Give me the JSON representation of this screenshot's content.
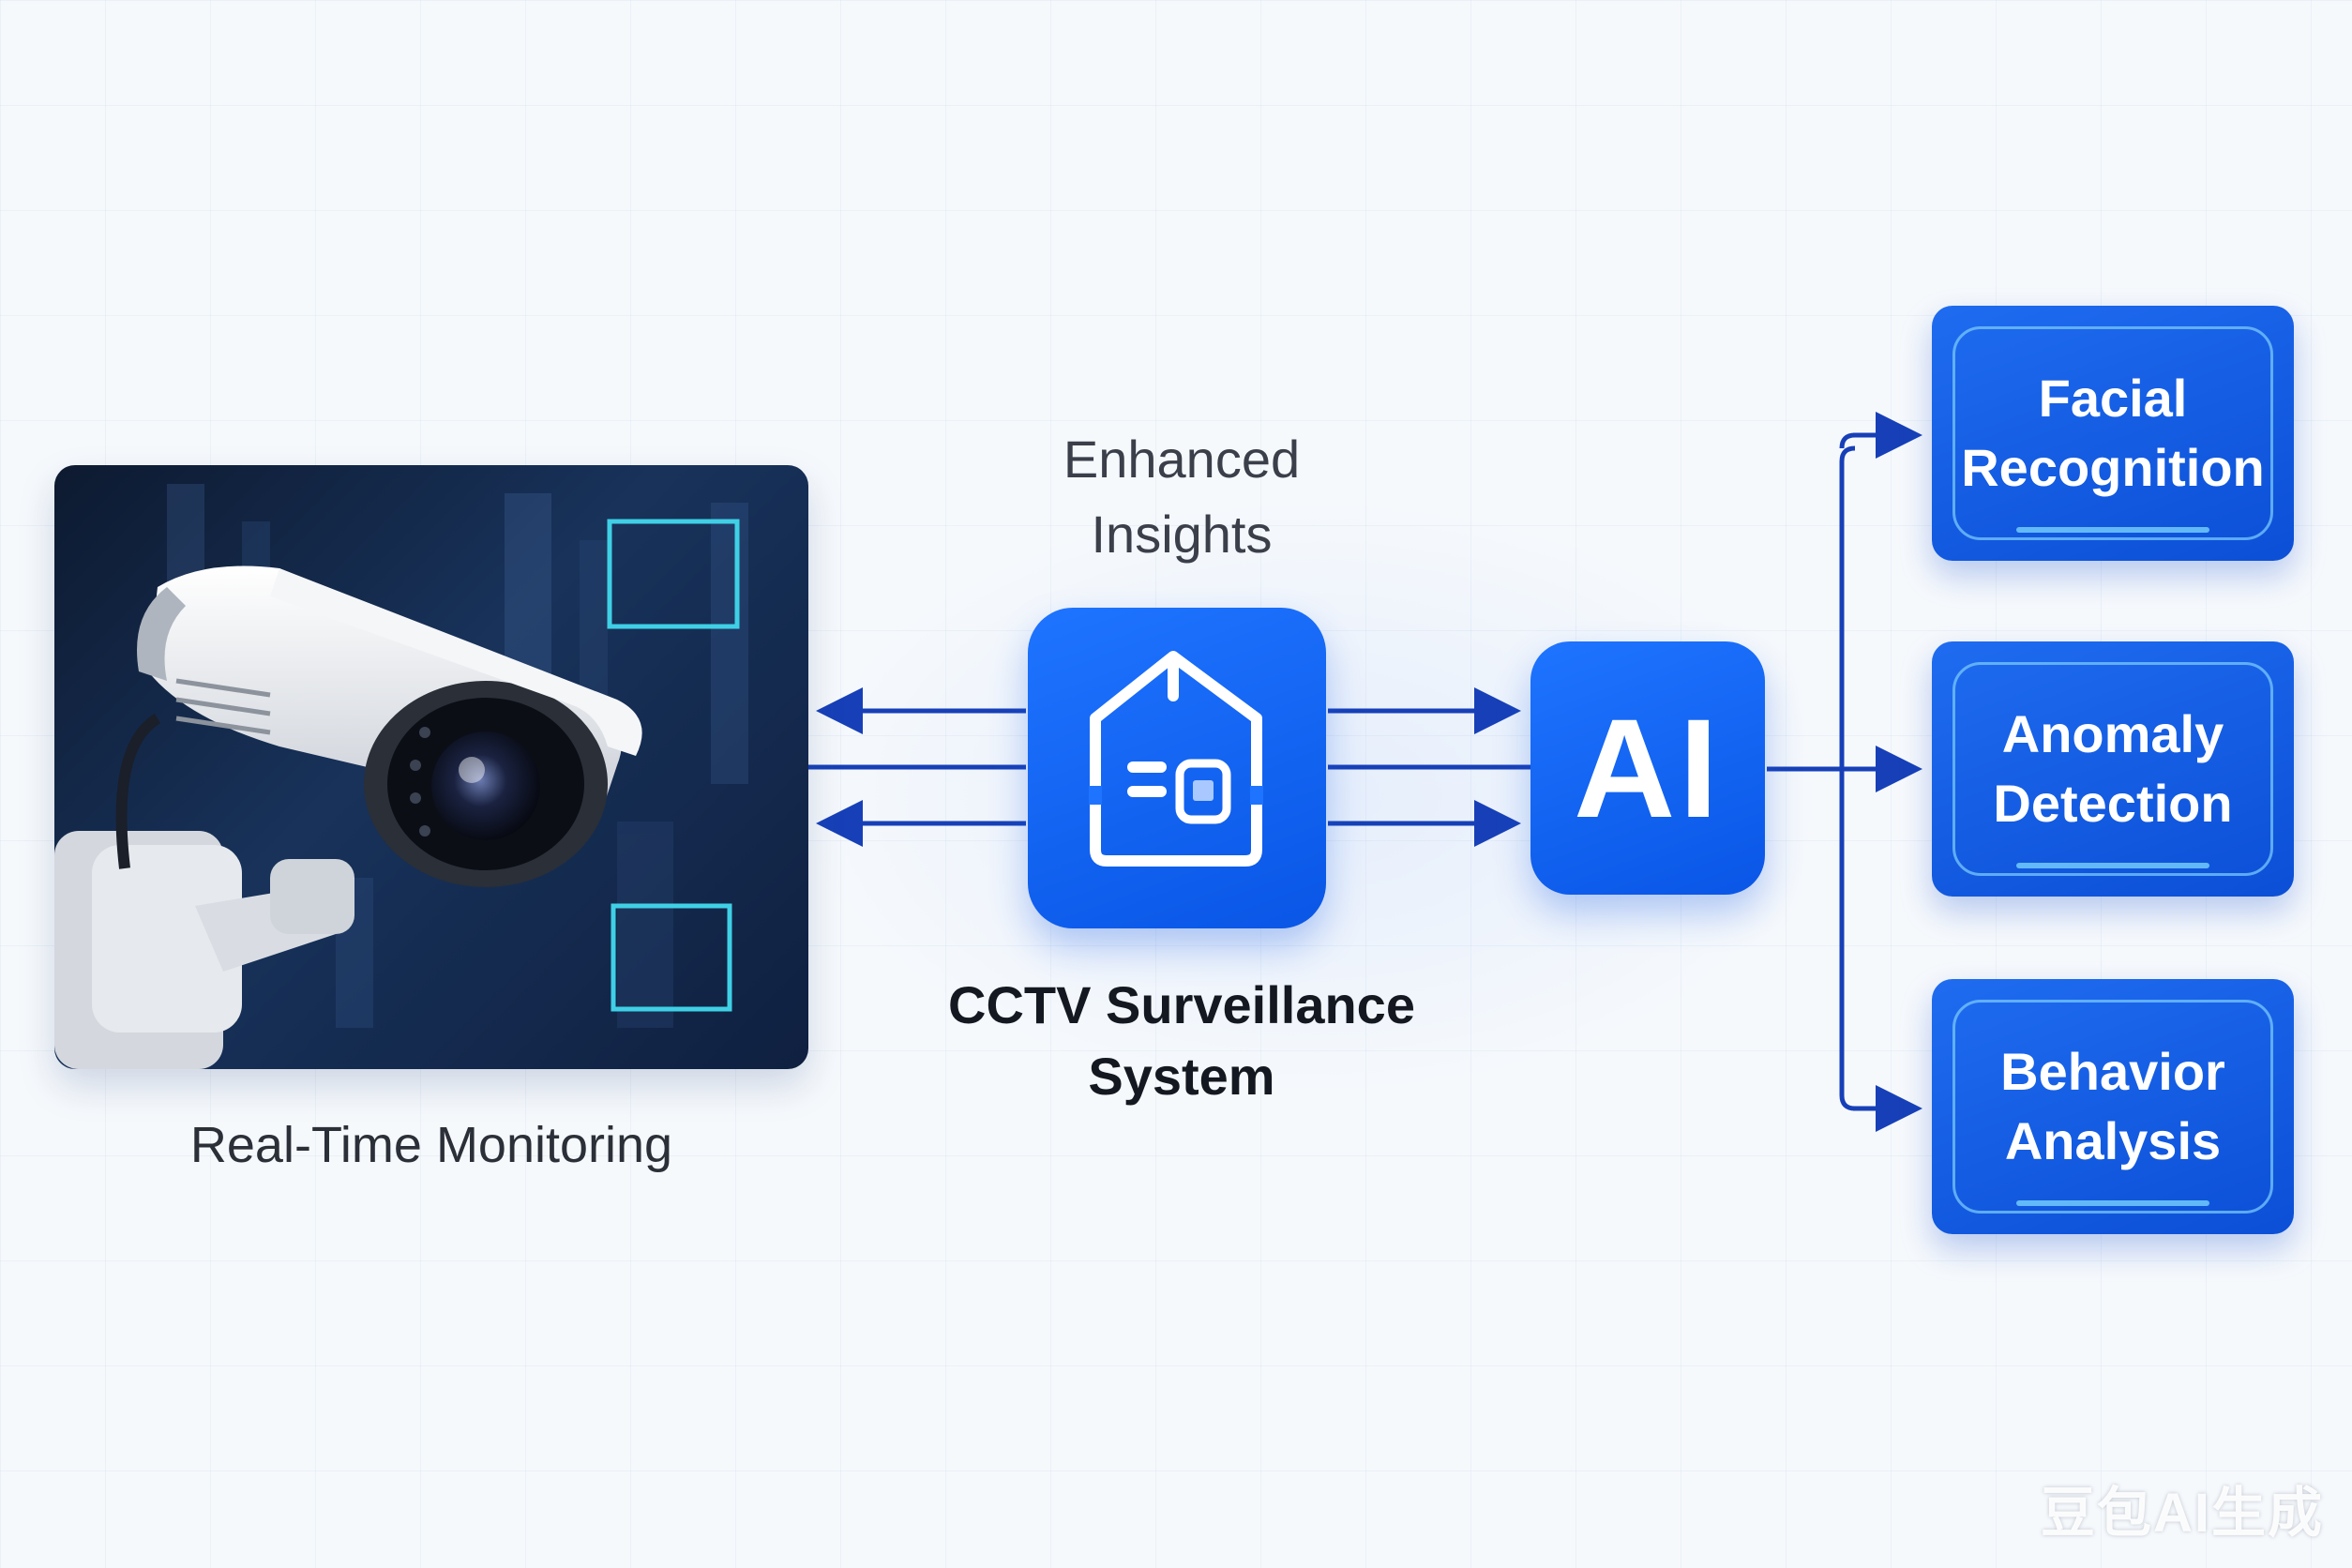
{
  "labels": {
    "enhanced_insights": "Enhanced\nInsights",
    "cctv_system": "CCTV Surveillance\nSystem",
    "real_time_monitoring": "Real-Time Monitoring",
    "ai": "AI"
  },
  "capabilities": [
    {
      "label": "Facial\nRecognition"
    },
    {
      "label": "Anomaly\nDetection"
    },
    {
      "label": "Behavior\nAnalysis"
    }
  ],
  "watermark": "豆包AI生成",
  "colors": {
    "accent_blue": "#0a56e6",
    "connector_blue": "#1740b8",
    "frame_cyan": "#3fd0e6"
  },
  "icons": {
    "camera": "cctv-camera-photo",
    "system": "surveillance-system-icon"
  }
}
